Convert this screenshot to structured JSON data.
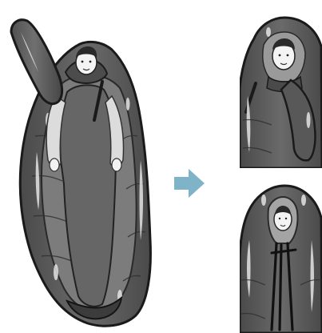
{
  "figure": {
    "panels": [
      {
        "id": "main",
        "subject": "sleeping-bag-open-hood-unzipped"
      },
      {
        "id": "top-right",
        "subject": "sleeping-bag-arm-out"
      },
      {
        "id": "bottom-right",
        "subject": "sleeping-bag-hood-cinched"
      }
    ],
    "arrow": {
      "direction": "right",
      "color": "#7fb3c7"
    },
    "colors": {
      "bag_fill": "#5c5c5c",
      "bag_dark": "#3a3a3a",
      "bag_outline": "#1a1a1a",
      "highlight": "#d9d9d9",
      "skin": "#f2f2f2",
      "liner": "#8a8a8a"
    }
  }
}
